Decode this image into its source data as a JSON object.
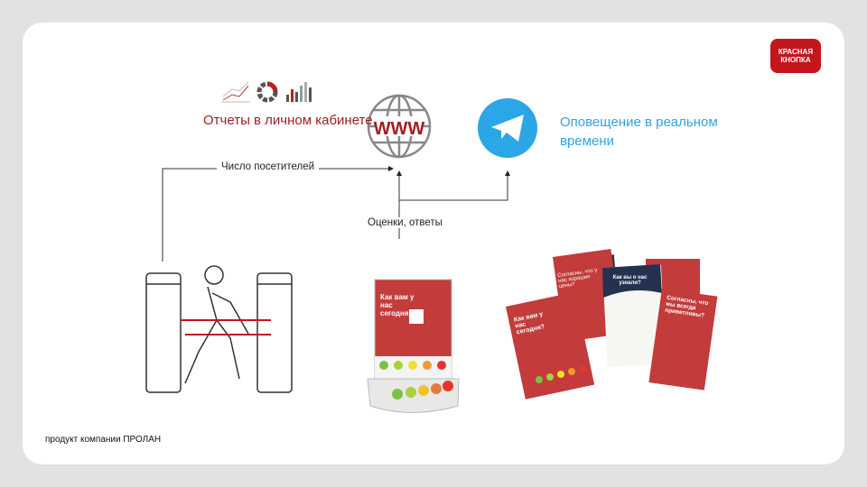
{
  "logo": {
    "text": "КРАСНАЯ КНОПКА",
    "color": "#c4161c"
  },
  "reports": {
    "label": "Отчеты в личном кабинете",
    "color": "#a51d21"
  },
  "web": {
    "icon": "globe-www-icon",
    "text": "WWW"
  },
  "telegram": {
    "icon": "telegram-icon",
    "color": "#2ba6e6"
  },
  "notify": {
    "line1": "Оповещение в реальном",
    "line2": "времени"
  },
  "flows": {
    "visitors": "Число посетителей",
    "ratings": "Оценки, ответы"
  },
  "stand": {
    "question": "Как вам у нас сегодня?"
  },
  "cards": [
    {
      "question": "Как вам у нас сегодня?"
    },
    {
      "question": "Согласны, что у нас хорошие цены?"
    },
    {
      "question": "Как вы о нас узнали?"
    },
    {
      "question": "Согласны, что мы всегда приветливы?"
    }
  ],
  "footer": "продукт компании ПРОЛАН"
}
